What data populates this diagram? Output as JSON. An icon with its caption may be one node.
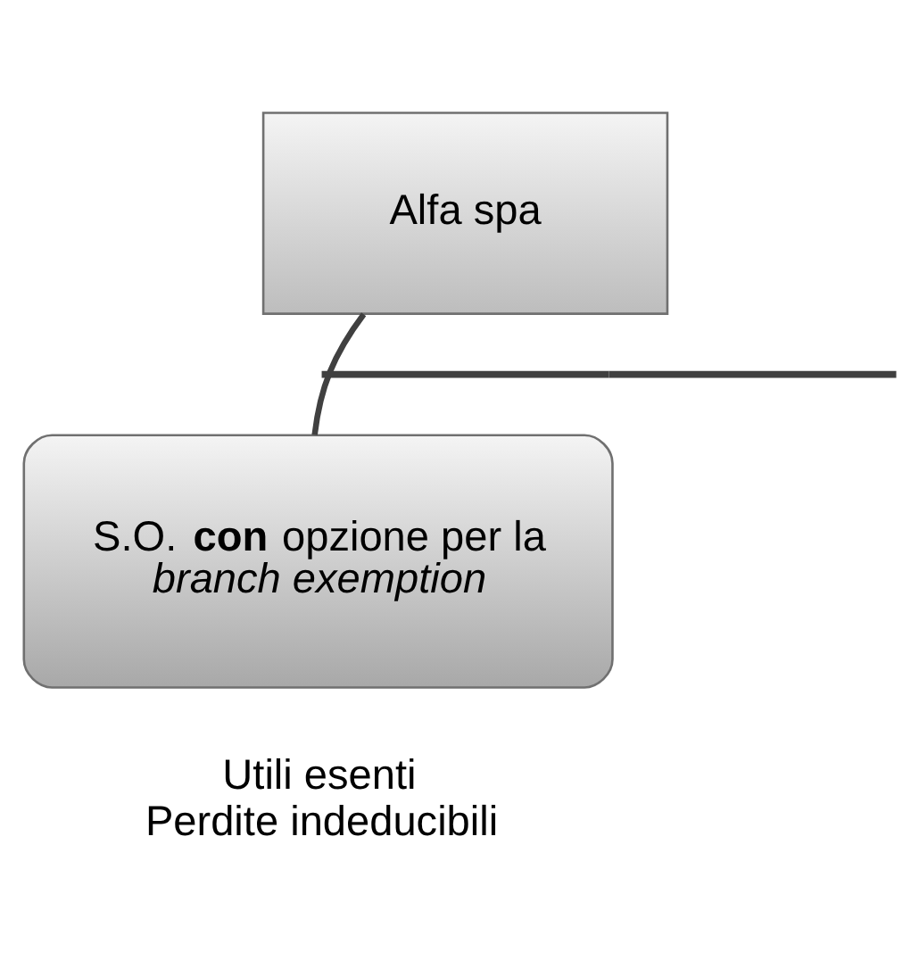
{
  "diagram": {
    "nodes": [
      {
        "text": [
          "Alfa spa"
        ]
      },
      {
        "text": [
          "S.O. **con** opzione per la *branch exemption*"
        ],
        "beside": [
          "Utili esenti Perdite indeducibili"
        ]
      }
    ],
    "edges": [
      {
        "from": 0,
        "to": 1,
        "arrow": "none"
      }
    ]
  }
}
